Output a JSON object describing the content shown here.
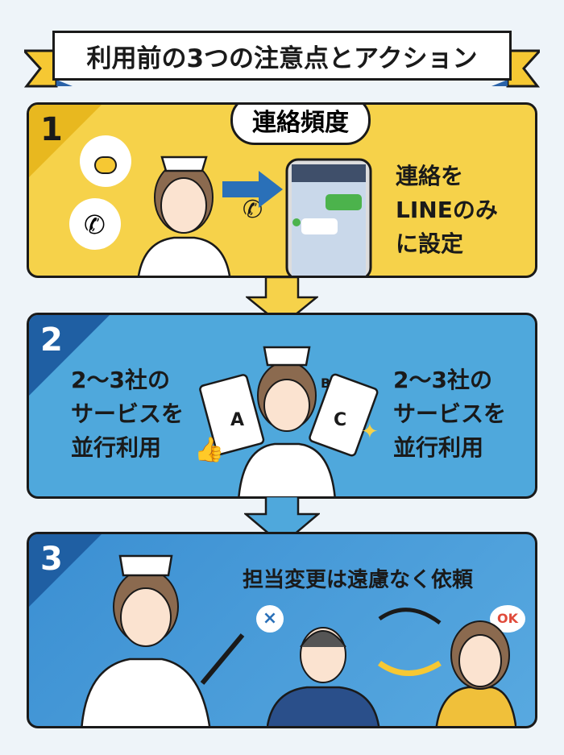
{
  "title": "利用前の3つの注意点とアクション",
  "colors": {
    "yellow": "#f6d24a",
    "blue_light": "#4fa8dc",
    "blue_dark": "#3b8fd2",
    "navy": "#1f5fa3"
  },
  "step1": {
    "number": "1",
    "bubble": "連絡頻度",
    "lines": [
      "連絡を",
      "LINEのみ",
      "に設定"
    ],
    "icons": [
      "alarm-light-icon",
      "phone-ringing-icon",
      "smartphone-chat-icon",
      "arrow-right-icon"
    ]
  },
  "step2": {
    "number": "2",
    "left_lines": [
      "2～3社の",
      "サービスを",
      "並行利用"
    ],
    "right_lines": [
      "2～3社の",
      "サービスを",
      "並行利用"
    ],
    "cards": [
      "A",
      "B",
      "C"
    ],
    "icons": [
      "thumbs-up-icon",
      "sparkle-icon"
    ]
  },
  "step3": {
    "number": "3",
    "heading": "担当変更は遠慮なく依頼",
    "badge_x": "×",
    "badge_ok": "OK",
    "icons": [
      "swap-arrows-icon",
      "pointing-hand-icon"
    ]
  }
}
